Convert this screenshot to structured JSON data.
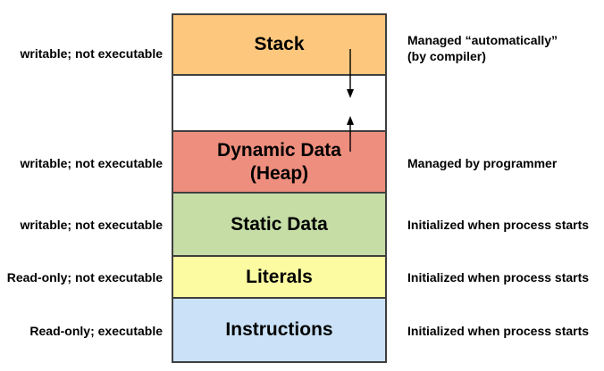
{
  "diagram": {
    "type": "memory-layout",
    "border_color": "#3F3F3F",
    "segments": [
      {
        "name": "stack",
        "title": "Stack",
        "fill": "#FDC87D",
        "left_label": "writable; not executable",
        "right_label": "Managed “automatically”",
        "right_label_line2": "(by compiler)"
      },
      {
        "name": "free-gap",
        "title": "",
        "fill": "#FFFFFF",
        "left_label": "",
        "right_label": ""
      },
      {
        "name": "heap",
        "title": "Dynamic Data",
        "title_line2": "(Heap)",
        "fill": "#EE8E7E",
        "left_label": "writable; not executable",
        "right_label": "Managed by programmer"
      },
      {
        "name": "static-data",
        "title": "Static Data",
        "fill": "#C6DDA6",
        "left_label": "writable; not executable",
        "right_label": "Initialized when process starts"
      },
      {
        "name": "literals",
        "title": "Literals",
        "fill": "#FCFBA2",
        "left_label": "Read-only; not executable",
        "right_label": "Initialized when process starts"
      },
      {
        "name": "instructions",
        "title": "Instructions",
        "fill": "#CAE1F7",
        "left_label": "Read-only; executable",
        "right_label": "Initialized when process starts"
      }
    ],
    "arrows": [
      {
        "name": "stack-grows-down-arrow",
        "direction": "down"
      },
      {
        "name": "heap-grows-up-arrow",
        "direction": "up"
      }
    ]
  }
}
